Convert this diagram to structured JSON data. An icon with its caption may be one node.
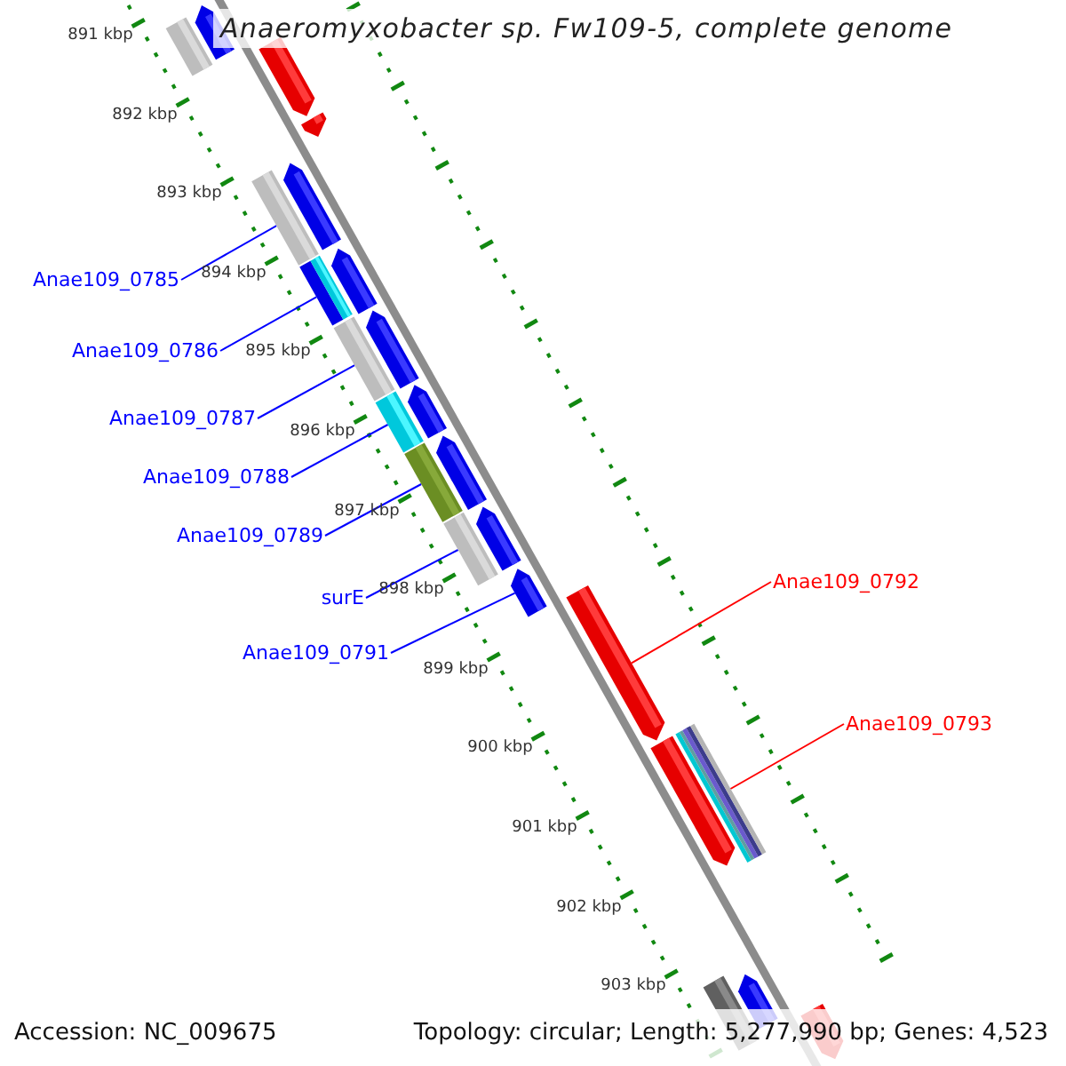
{
  "diagram": {
    "title": "Anaeromyxobacter sp. Fw109-5, complete genome",
    "nodes": [
      {
        "text": [
          "Anae109_0785"
        ]
      },
      {
        "text": [
          "Anae109_0786"
        ]
      },
      {
        "text": [
          "Anae109_0787"
        ]
      },
      {
        "text": [
          "Anae109_0788"
        ]
      },
      {
        "text": [
          "Anae109_0789"
        ]
      },
      {
        "text": [
          "surE"
        ]
      },
      {
        "text": [
          "Anae109_0791"
        ]
      },
      {
        "text": [
          "Anae109_0792"
        ]
      },
      {
        "text": [
          "Anae109_0793"
        ]
      },
      {
        "text": [],
        "shape": "bar"
      },
      {
        "text": [],
        "shape": "bar"
      },
      {
        "text": [],
        "shape": "bar"
      },
      {
        "text": [],
        "shape": "bar"
      },
      {
        "text": [],
        "shape": "bar"
      },
      {
        "text": [],
        "shape": "bar"
      },
      {
        "text": [],
        "shape": "bar"
      },
      {
        "text": [],
        "shape": "bar"
      },
      {
        "text": [],
        "shape": "bar"
      },
      {
        "text": [],
        "shape": "bar"
      },
      {
        "text": [],
        "shape": "bar"
      },
      {
        "text": [],
        "shape": "bar"
      },
      {
        "text": [],
        "shape": "bar"
      },
      {
        "text": [],
        "shape": "bar"
      },
      {
        "text": [],
        "shape": "bar"
      },
      {
        "text": [],
        "shape": "bar"
      },
      {
        "text": [],
        "shape": "bar"
      },
      {
        "text": [],
        "shape": "bar"
      },
      {
        "text": [],
        "shape": "bar"
      },
      {
        "text": [],
        "shape": "bar"
      },
      {
        "text": [],
        "shape": "bar"
      },
      {
        "text": [],
        "shape": "bar"
      },
      {
        "text": [],
        "shape": "bar"
      }
    ],
    "edges": [
      {
        "from": 0,
        "to": 13,
        "arrow": "none"
      },
      {
        "from": 1,
        "to": 15,
        "arrow": "none"
      },
      {
        "from": 2,
        "to": 17,
        "arrow": "none"
      },
      {
        "from": 3,
        "to": 19,
        "arrow": "none"
      },
      {
        "from": 4,
        "to": 21,
        "arrow": "none"
      },
      {
        "from": 5,
        "to": 23,
        "arrow": "none"
      },
      {
        "from": 6,
        "to": 25,
        "arrow": "none"
      },
      {
        "from": 7,
        "to": 26,
        "arrow": "none",
        "color": "#ff0000"
      },
      {
        "from": 8,
        "to": 28,
        "arrow": "none",
        "color": "#ff0000"
      }
    ],
    "labels": [
      "891 kbp",
      "892 kbp",
      "893 kbp",
      "894 kbp",
      "895 kbp",
      "896 kbp",
      "897 kbp",
      "898 kbp",
      "899 kbp",
      "900 kbp",
      "901 kbp",
      "902 kbp",
      "903 kbp",
      "Accession: NC_009675",
      "Topology: circular; Length: 5,277,990 bp; Genes: 4,523"
    ]
  }
}
